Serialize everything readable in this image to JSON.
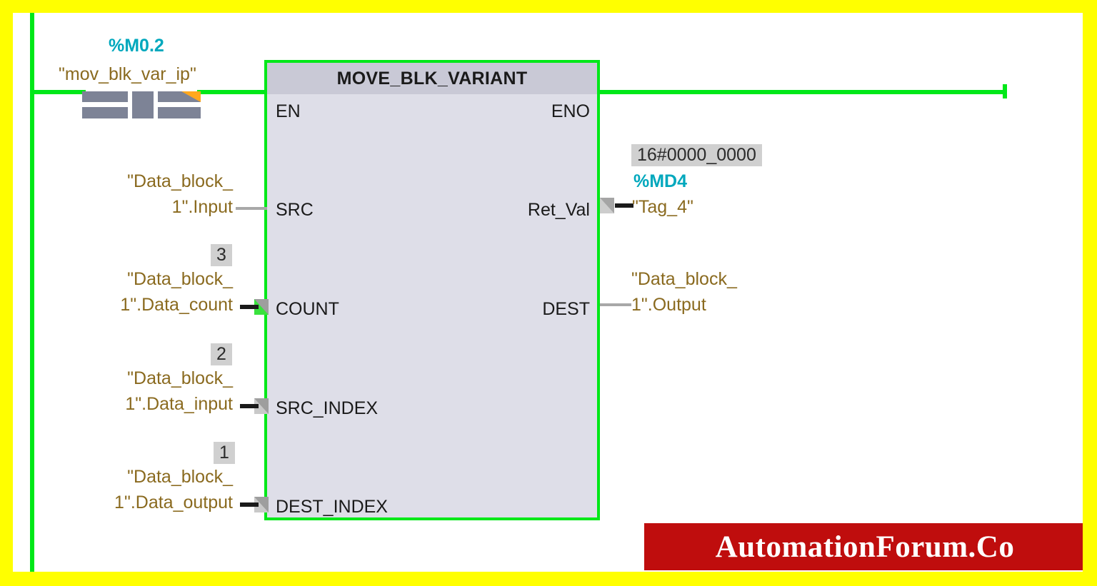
{
  "editor": {
    "language": "LAD",
    "border_color": "#ffff00",
    "rail_color": "#00e818",
    "block_fill": "#dedee8",
    "block_header_fill": "#c9c9d6",
    "operand_text_color": "#8a6a1f",
    "address_text_color": "#00a8bd",
    "value_badge_fill": "#d0d0d0"
  },
  "contact": {
    "address": "%M0.2",
    "operand": "\"mov_blk_var_ip\"",
    "symbol": "empty-box-placeholder"
  },
  "block": {
    "title": "MOVE_BLK_VARIANT",
    "en_label": "EN",
    "eno_label": "ENO",
    "inputs": [
      {
        "pin": "SRC",
        "operand_line1": "\"Data_block_",
        "operand_line2": "1\".Input",
        "value": null,
        "connector": "plain-wire"
      },
      {
        "pin": "COUNT",
        "operand_line1": "\"Data_block_",
        "operand_line2": "1\".Data_count",
        "value": "3",
        "connector": "green-triangle"
      },
      {
        "pin": "SRC_INDEX",
        "operand_line1": "\"Data_block_",
        "operand_line2": "1\".Data_input",
        "value": "2",
        "connector": "gray-triangle"
      },
      {
        "pin": "DEST_INDEX",
        "operand_line1": "\"Data_block_",
        "operand_line2": "1\".Data_output",
        "value": "1",
        "connector": "gray-triangle"
      }
    ],
    "outputs": [
      {
        "pin": "Ret_Val",
        "value": "16#0000_0000",
        "address": "%MD4",
        "operand": "\"Tag_4\"",
        "connector": "gray-triangle"
      },
      {
        "pin": "DEST",
        "value": null,
        "address": null,
        "operand_line1": "\"Data_block_",
        "operand_line2": "1\".Output",
        "connector": "plain-wire"
      }
    ]
  },
  "watermark": {
    "text": "AutomationForum.Co"
  }
}
